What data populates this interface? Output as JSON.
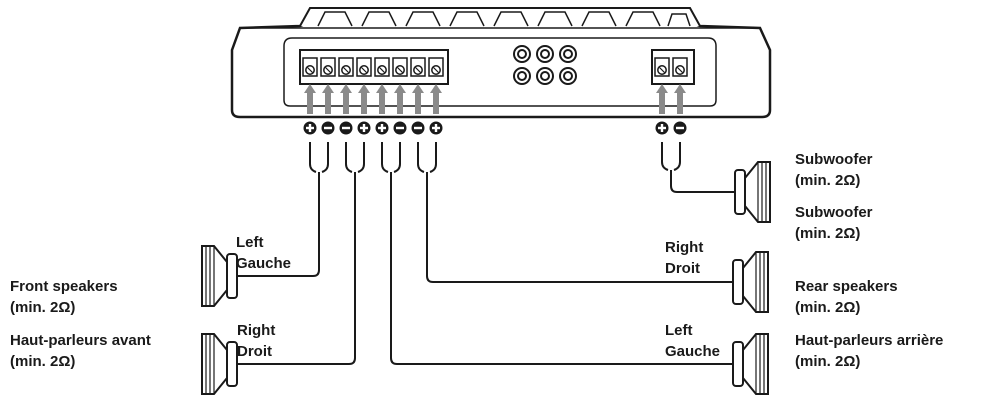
{
  "terminals_main": [
    "+",
    "−",
    "−",
    "+",
    "+",
    "−",
    "−",
    "+"
  ],
  "terminals_sub": [
    "+",
    "−"
  ],
  "labels": {
    "front_left_en": "Left",
    "front_left_fr": "Gauche",
    "front_right_en": "Right",
    "front_right_fr": "Droit",
    "rear_right_en": "Right",
    "rear_right_fr": "Droit",
    "rear_left_en": "Left",
    "rear_left_fr": "Gauche",
    "front_group_en": "Front speakers",
    "front_group_en_imp": "(min. 2Ω)",
    "front_group_fr": "Haut-parleurs avant",
    "front_group_fr_imp": "(min. 2Ω)",
    "sub_en": "Subwoofer",
    "sub_en_imp": "(min. 2Ω)",
    "sub_fr": "Subwoofer",
    "sub_fr_imp": "(min. 2Ω)",
    "rear_group_en": "Rear speakers",
    "rear_group_en_imp": "(min. 2Ω)",
    "rear_group_fr": "Haut-parleurs arrière",
    "rear_group_fr_imp": "(min. 2Ω)"
  }
}
